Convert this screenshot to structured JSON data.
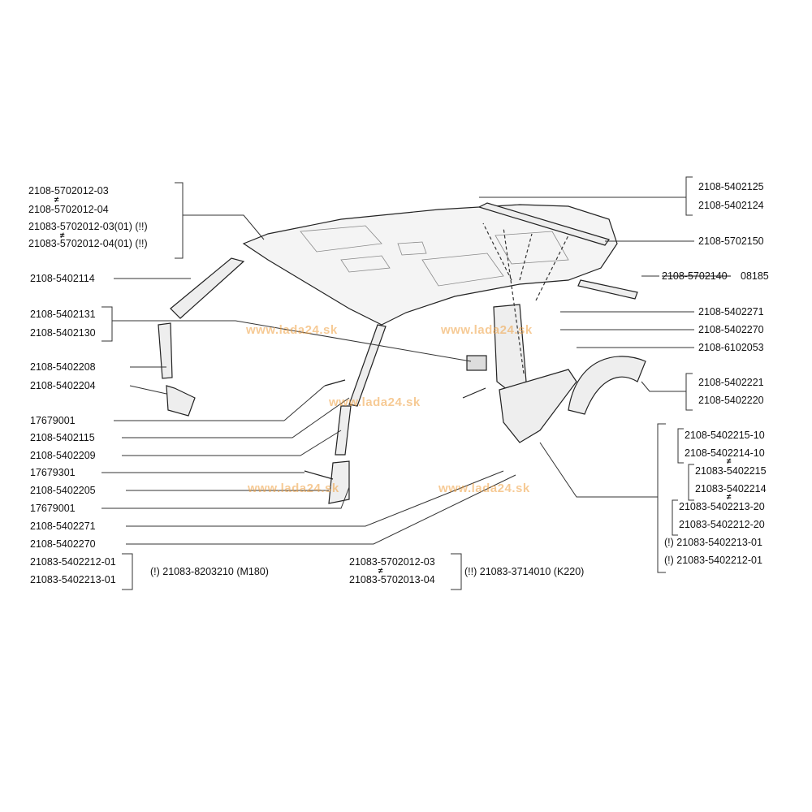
{
  "watermark": "www.lada24.sk",
  "not_equal_symbol": "≠",
  "left_labels": {
    "headliner_group": [
      "2108-5702012-03",
      "2108-5702012-04",
      "21083-5702012-03(01) (!!)",
      "21083-5702012-04(01) (!!)"
    ],
    "l1": "2108-5402114",
    "l2": "2108-5402131",
    "l3": "2108-5402130",
    "l4": "2108-5402208",
    "l5": "2108-5402204",
    "l6": "17679001",
    "l7": "2108-5402115",
    "l8": "2108-5402209",
    "l9": "17679301",
    "l10": "2108-5402205",
    "l11": "17679001",
    "l12": "2108-5402271",
    "l13": "2108-5402270"
  },
  "right_labels": {
    "r1": "2108-5402125",
    "r2": "2108-5402124",
    "r3": "2108-5702150",
    "r4_struck": "2108-5702140",
    "r4_new": "08185",
    "r5": "2108-5402271",
    "r6": "2108-5402270",
    "r7": "2108-6102053",
    "r8": "2108-5402221",
    "r9": "2108-5402220",
    "panel_group": [
      "2108-5402215-10",
      "2108-5402214-10",
      "21083-5402215",
      "21083-5402214",
      "21083-5402213-20",
      "21083-5402212-20",
      "(!) 21083-5402213-01",
      "(!) 21083-5402212-01"
    ]
  },
  "notes": {
    "n1_a": "21083-5402212-01",
    "n1_b": "21083-5402213-01",
    "n1_text": "(!) 21083-8203210  (M180)",
    "n2_a": "21083-5702012-03",
    "n2_b": "21083-5702013-04",
    "n2_text": "(!!)  21083-3714010 (K220)"
  }
}
